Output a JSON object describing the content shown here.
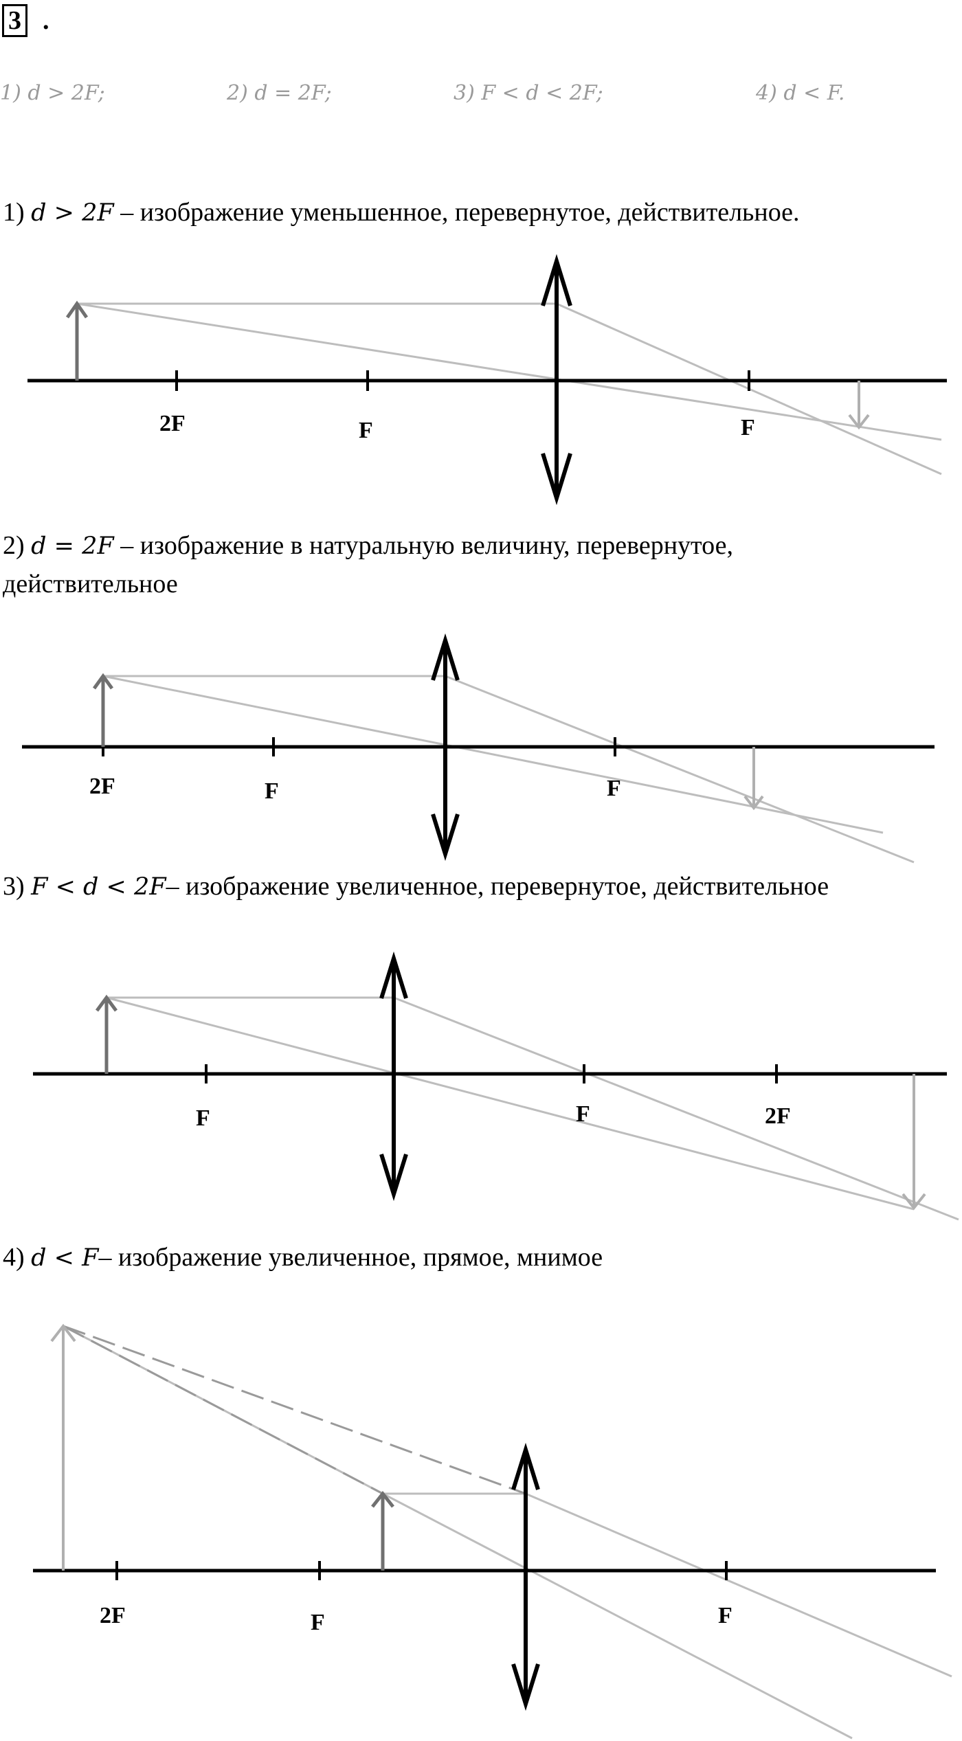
{
  "header": {
    "task_number": "3",
    "task_dot": "."
  },
  "options": [
    "1) d > 2F;",
    "2) d = 2F;",
    "3) F < d < 2F;",
    "4) d < F."
  ],
  "cases": [
    {
      "num": "1)",
      "condition": "d > 2F",
      "description": " – изображение уменьшенное, перевернутое, действительное.",
      "labels": [
        "2F",
        "F",
        "F"
      ]
    },
    {
      "num": "2)",
      "condition": "d = 2F",
      "description": " – изображение в натуральную величину, перевернутое,",
      "description_2": "действительное",
      "labels": [
        "2F",
        "F",
        "F"
      ]
    },
    {
      "num": "3)",
      "condition": "F < d < 2F",
      "description": "– изображение увеличенное, перевернутое, действительное",
      "labels": [
        "F",
        "F",
        "2F"
      ]
    },
    {
      "num": "4)",
      "condition": "d < F",
      "description": "– изображение увеличенное, прямое, мнимое",
      "labels": [
        "2F",
        "F",
        "F"
      ]
    }
  ],
  "colors": {
    "axis": "#000000",
    "object": "#707070",
    "ray": "#bdbdbd",
    "image": "#b0b0b0"
  }
}
